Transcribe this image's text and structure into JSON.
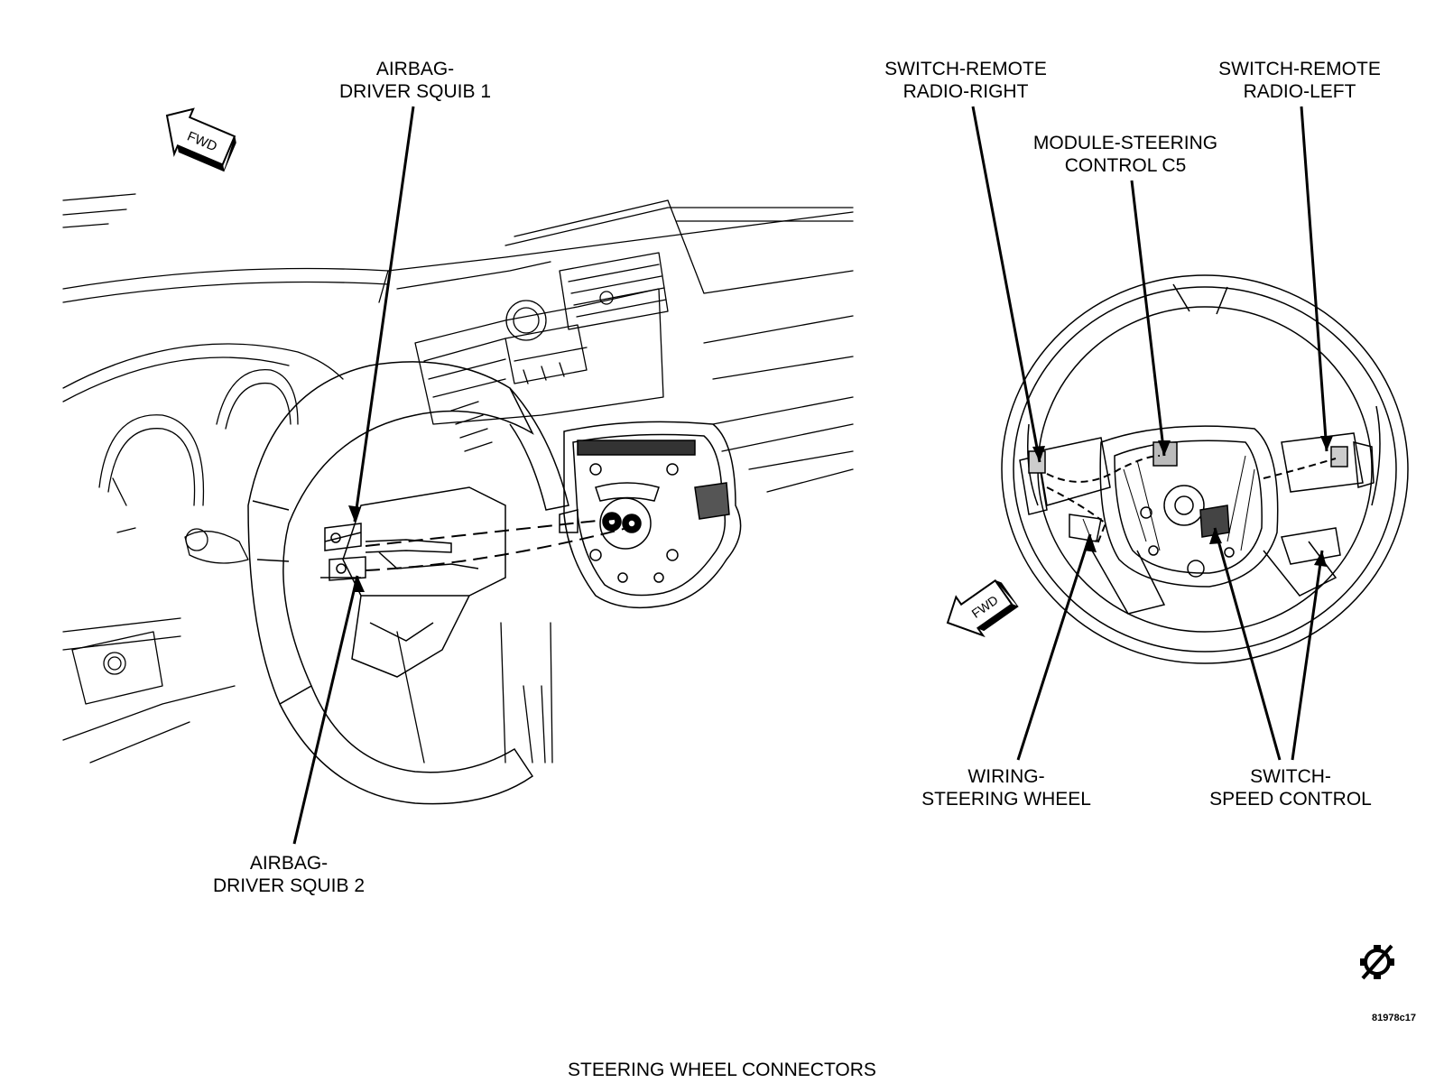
{
  "labels": {
    "squib1": [
      "AIRBAG-",
      "DRIVER SQUIB 1"
    ],
    "squib2": [
      "AIRBAG-",
      "DRIVER SQUIB 2"
    ],
    "radio_right": [
      "SWITCH-REMOTE",
      "RADIO-RIGHT"
    ],
    "radio_left": [
      "SWITCH-REMOTE",
      "RADIO-LEFT"
    ],
    "module": [
      "MODULE-STEERING",
      "CONTROL C5"
    ],
    "wiring": [
      "WIRING-",
      "STEERING WHEEL"
    ],
    "speed": [
      "SWITCH-",
      "SPEED CONTROL"
    ]
  },
  "fwd_label": "FWD",
  "caption": "STEERING WHEEL CONNECTORS",
  "figure_id": "81978c17",
  "icons": {
    "no_service": "no-service-icon"
  }
}
